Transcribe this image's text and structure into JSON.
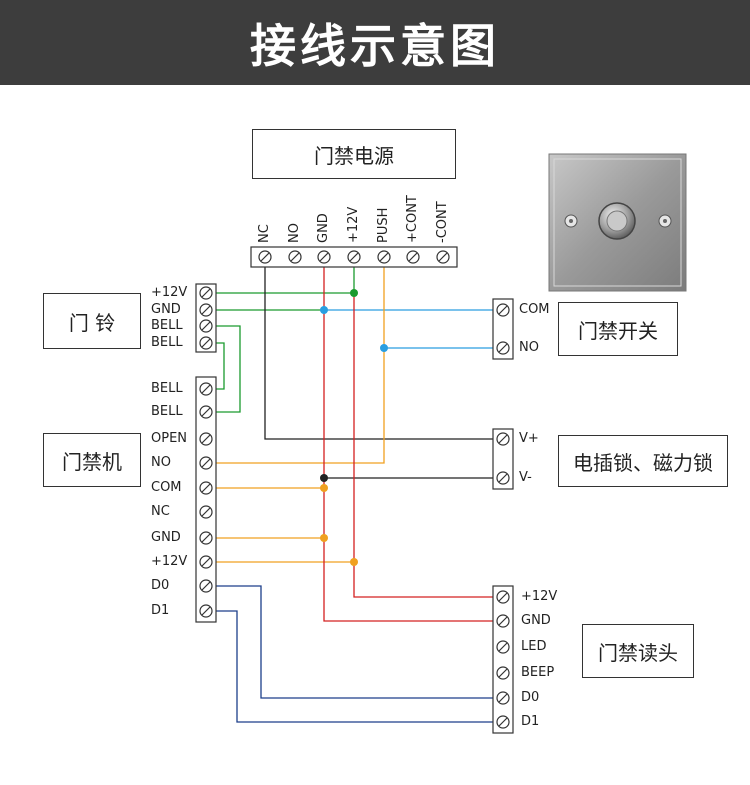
{
  "title": "接线示意图",
  "components": {
    "power_supply": "门禁电源",
    "doorbell": "门 铃",
    "controller": "门禁机",
    "exit_switch": "门禁开关",
    "lock": "电插锁、磁力锁",
    "reader": "门禁读头"
  },
  "power_terminals": [
    "NC",
    "NO",
    "GND",
    "+12V",
    "PUSH",
    "+CONT",
    "-CONT"
  ],
  "doorbell_terminals": [
    "+12V",
    "GND",
    "BELL",
    "BELL"
  ],
  "controller_terminals": [
    "BELL",
    "BELL",
    "OPEN",
    "NO",
    "COM",
    "NC",
    "GND",
    "+12V",
    "D0",
    "D1"
  ],
  "switch_terminals": [
    "COM",
    "NO"
  ],
  "lock_terminals": [
    "V+",
    "V-"
  ],
  "reader_terminals": [
    "+12V",
    "GND",
    "LED",
    "BEEP",
    "D0",
    "D1"
  ],
  "colors": {
    "header_bg": "#3d3d3d",
    "green": "#1a9a2e",
    "blue": "#2a9ee0",
    "orange": "#f0a020",
    "red": "#d42020",
    "navy": "#1c3f8a",
    "black": "#222222"
  }
}
